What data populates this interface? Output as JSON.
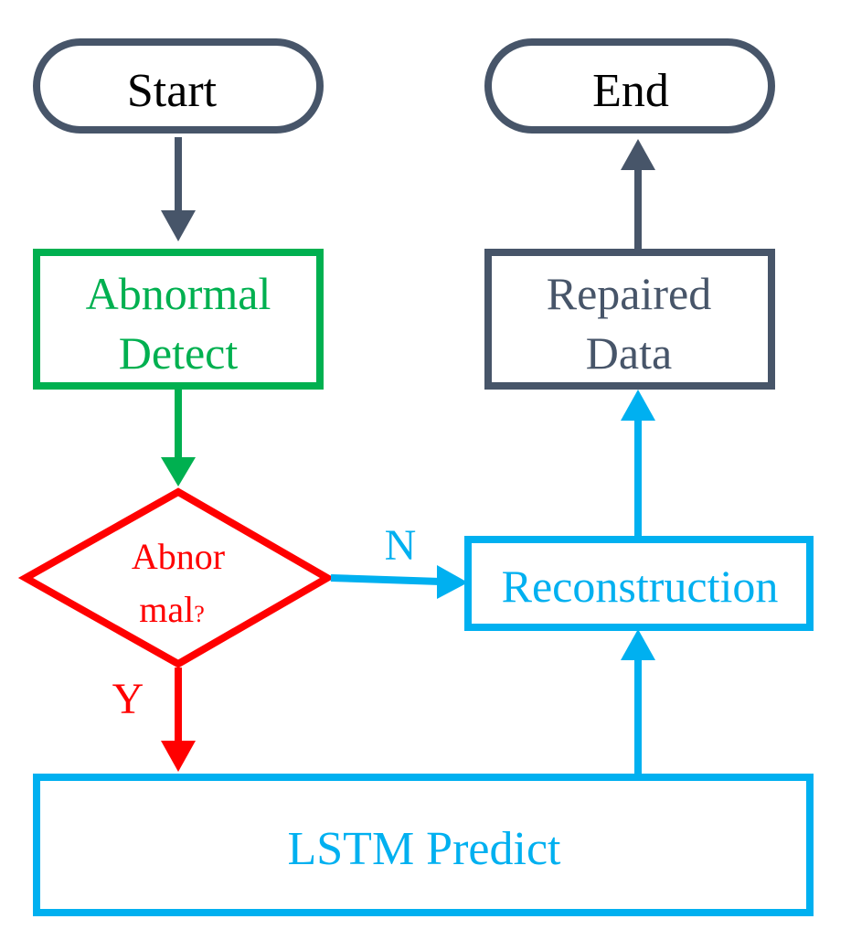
{
  "nodes": {
    "start": {
      "label": "Start"
    },
    "end": {
      "label": "End"
    },
    "abnormal_detect": {
      "line1": "Abnormal",
      "line2": "Detect"
    },
    "decision": {
      "line1": "Abnor",
      "line2": "mal",
      "mark": "?"
    },
    "reconstruction": {
      "label": "Reconstruction"
    },
    "repaired_data": {
      "line1": "Repaired",
      "line2": "Data"
    },
    "lstm_predict": {
      "label": "LSTM Predict"
    }
  },
  "edges": {
    "no_label": "N",
    "yes_label": "Y"
  },
  "colors": {
    "dark": "#475569",
    "green": "#00b050",
    "red": "#ff0000",
    "blue": "#00b0f0",
    "text_dark": "#000000"
  }
}
